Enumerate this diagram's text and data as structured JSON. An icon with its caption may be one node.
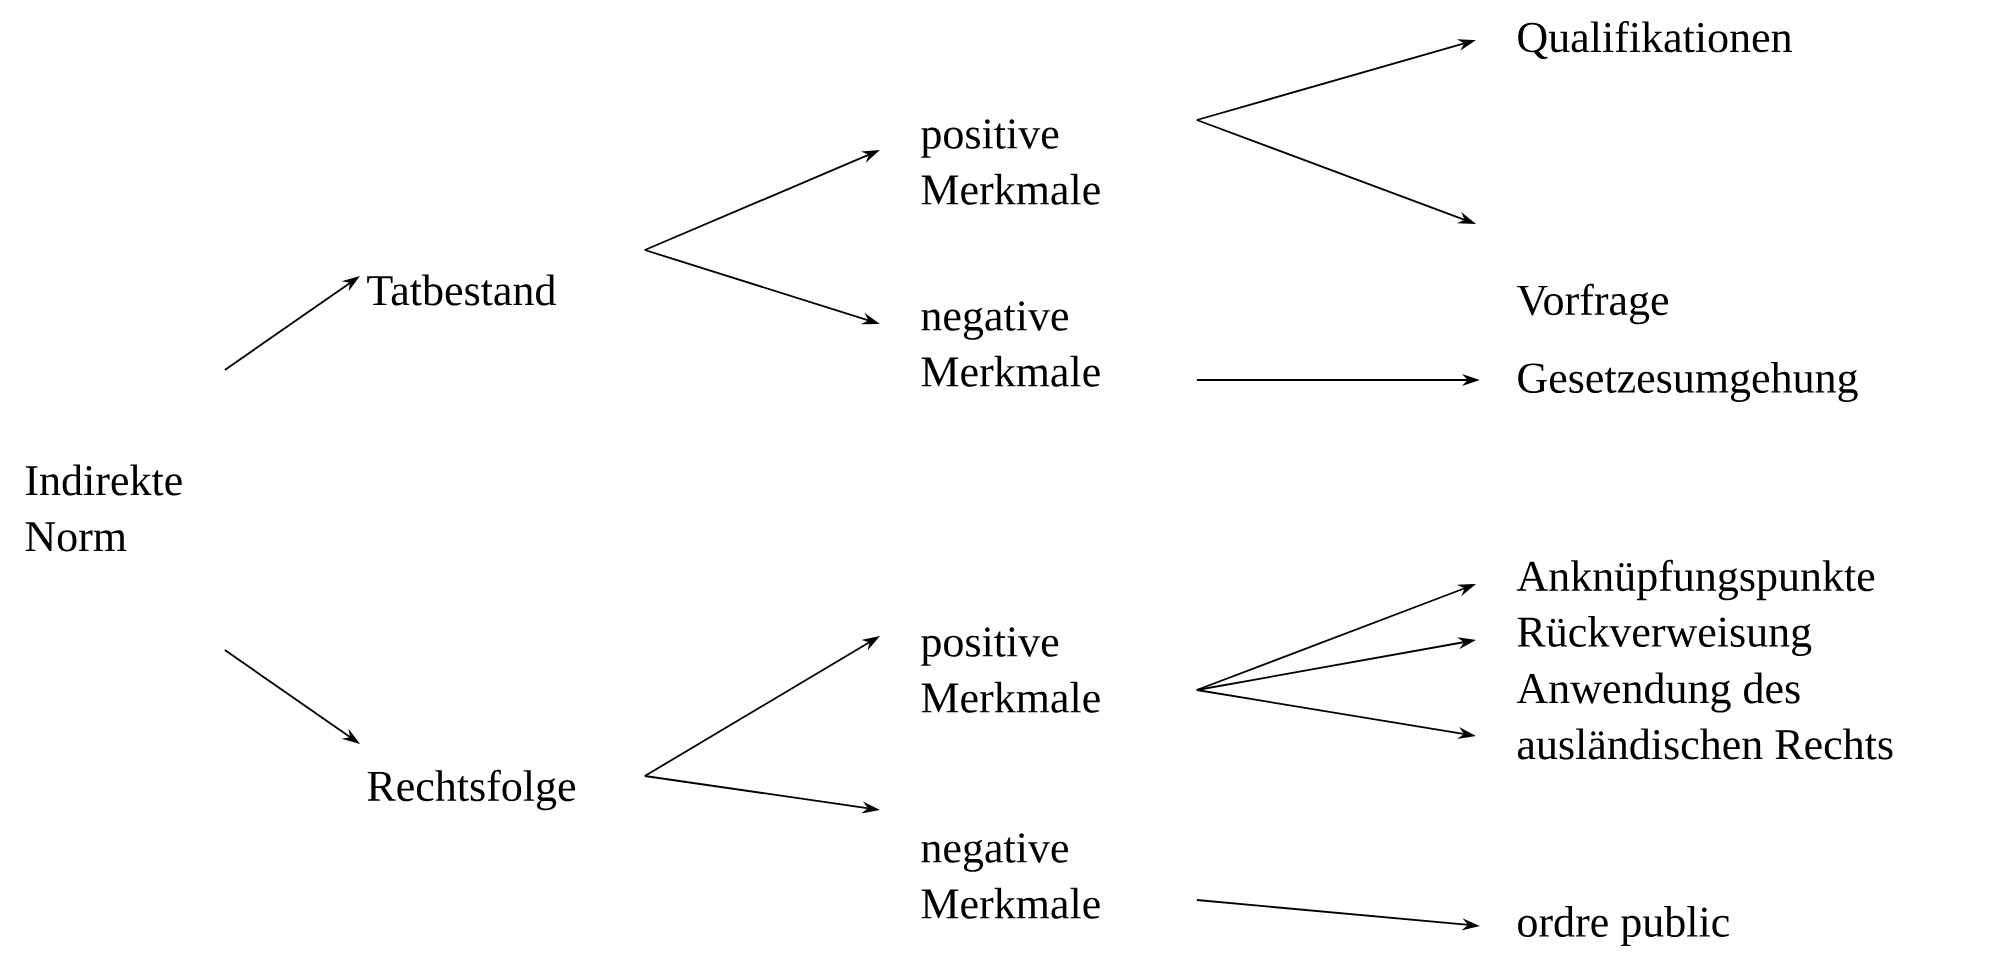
{
  "diagram": {
    "nodes": [
      {
        "text": [
          "Indirekte Norm"
        ]
      },
      {
        "text": [
          "Tatbestand"
        ]
      },
      {
        "text": [
          "positive Merkmale"
        ]
      },
      {
        "text": [
          "negative Merkmale"
        ]
      },
      {
        "text": [
          "Qualifikationen"
        ]
      },
      {
        "text": [
          "Vorfrage"
        ]
      },
      {
        "text": [
          "Gesetzesumgehung"
        ]
      },
      {
        "text": [
          "Rechtsfolge"
        ]
      },
      {
        "text": [
          "positive Merkmale"
        ]
      },
      {
        "text": [
          "negative Merkmale"
        ]
      },
      {
        "text": [
          "Anknüpfungspunkte"
        ]
      },
      {
        "text": [
          "Rückverweisung"
        ]
      },
      {
        "text": [
          "Anwendung des ausländischen Rechts"
        ]
      },
      {
        "text": [
          "ordre public"
        ]
      }
    ],
    "edges": [
      {
        "from": 0,
        "to": 1,
        "arrow": "to"
      },
      {
        "from": 0,
        "to": 7,
        "arrow": "to"
      },
      {
        "from": 1,
        "to": 2,
        "arrow": "to"
      },
      {
        "from": 1,
        "to": 3,
        "arrow": "to"
      },
      {
        "from": 2,
        "to": 4,
        "arrow": "to"
      },
      {
        "from": 2,
        "to": 5,
        "arrow": "to"
      },
      {
        "from": 3,
        "to": 6,
        "arrow": "to"
      },
      {
        "from": 7,
        "to": 8,
        "arrow": "to"
      },
      {
        "from": 7,
        "to": 9,
        "arrow": "to"
      },
      {
        "from": 8,
        "to": 10,
        "arrow": "to"
      },
      {
        "from": 8,
        "to": 11,
        "arrow": "to"
      },
      {
        "from": 8,
        "to": 12,
        "arrow": "to"
      },
      {
        "from": 9,
        "to": 13,
        "arrow": "to"
      }
    ]
  }
}
